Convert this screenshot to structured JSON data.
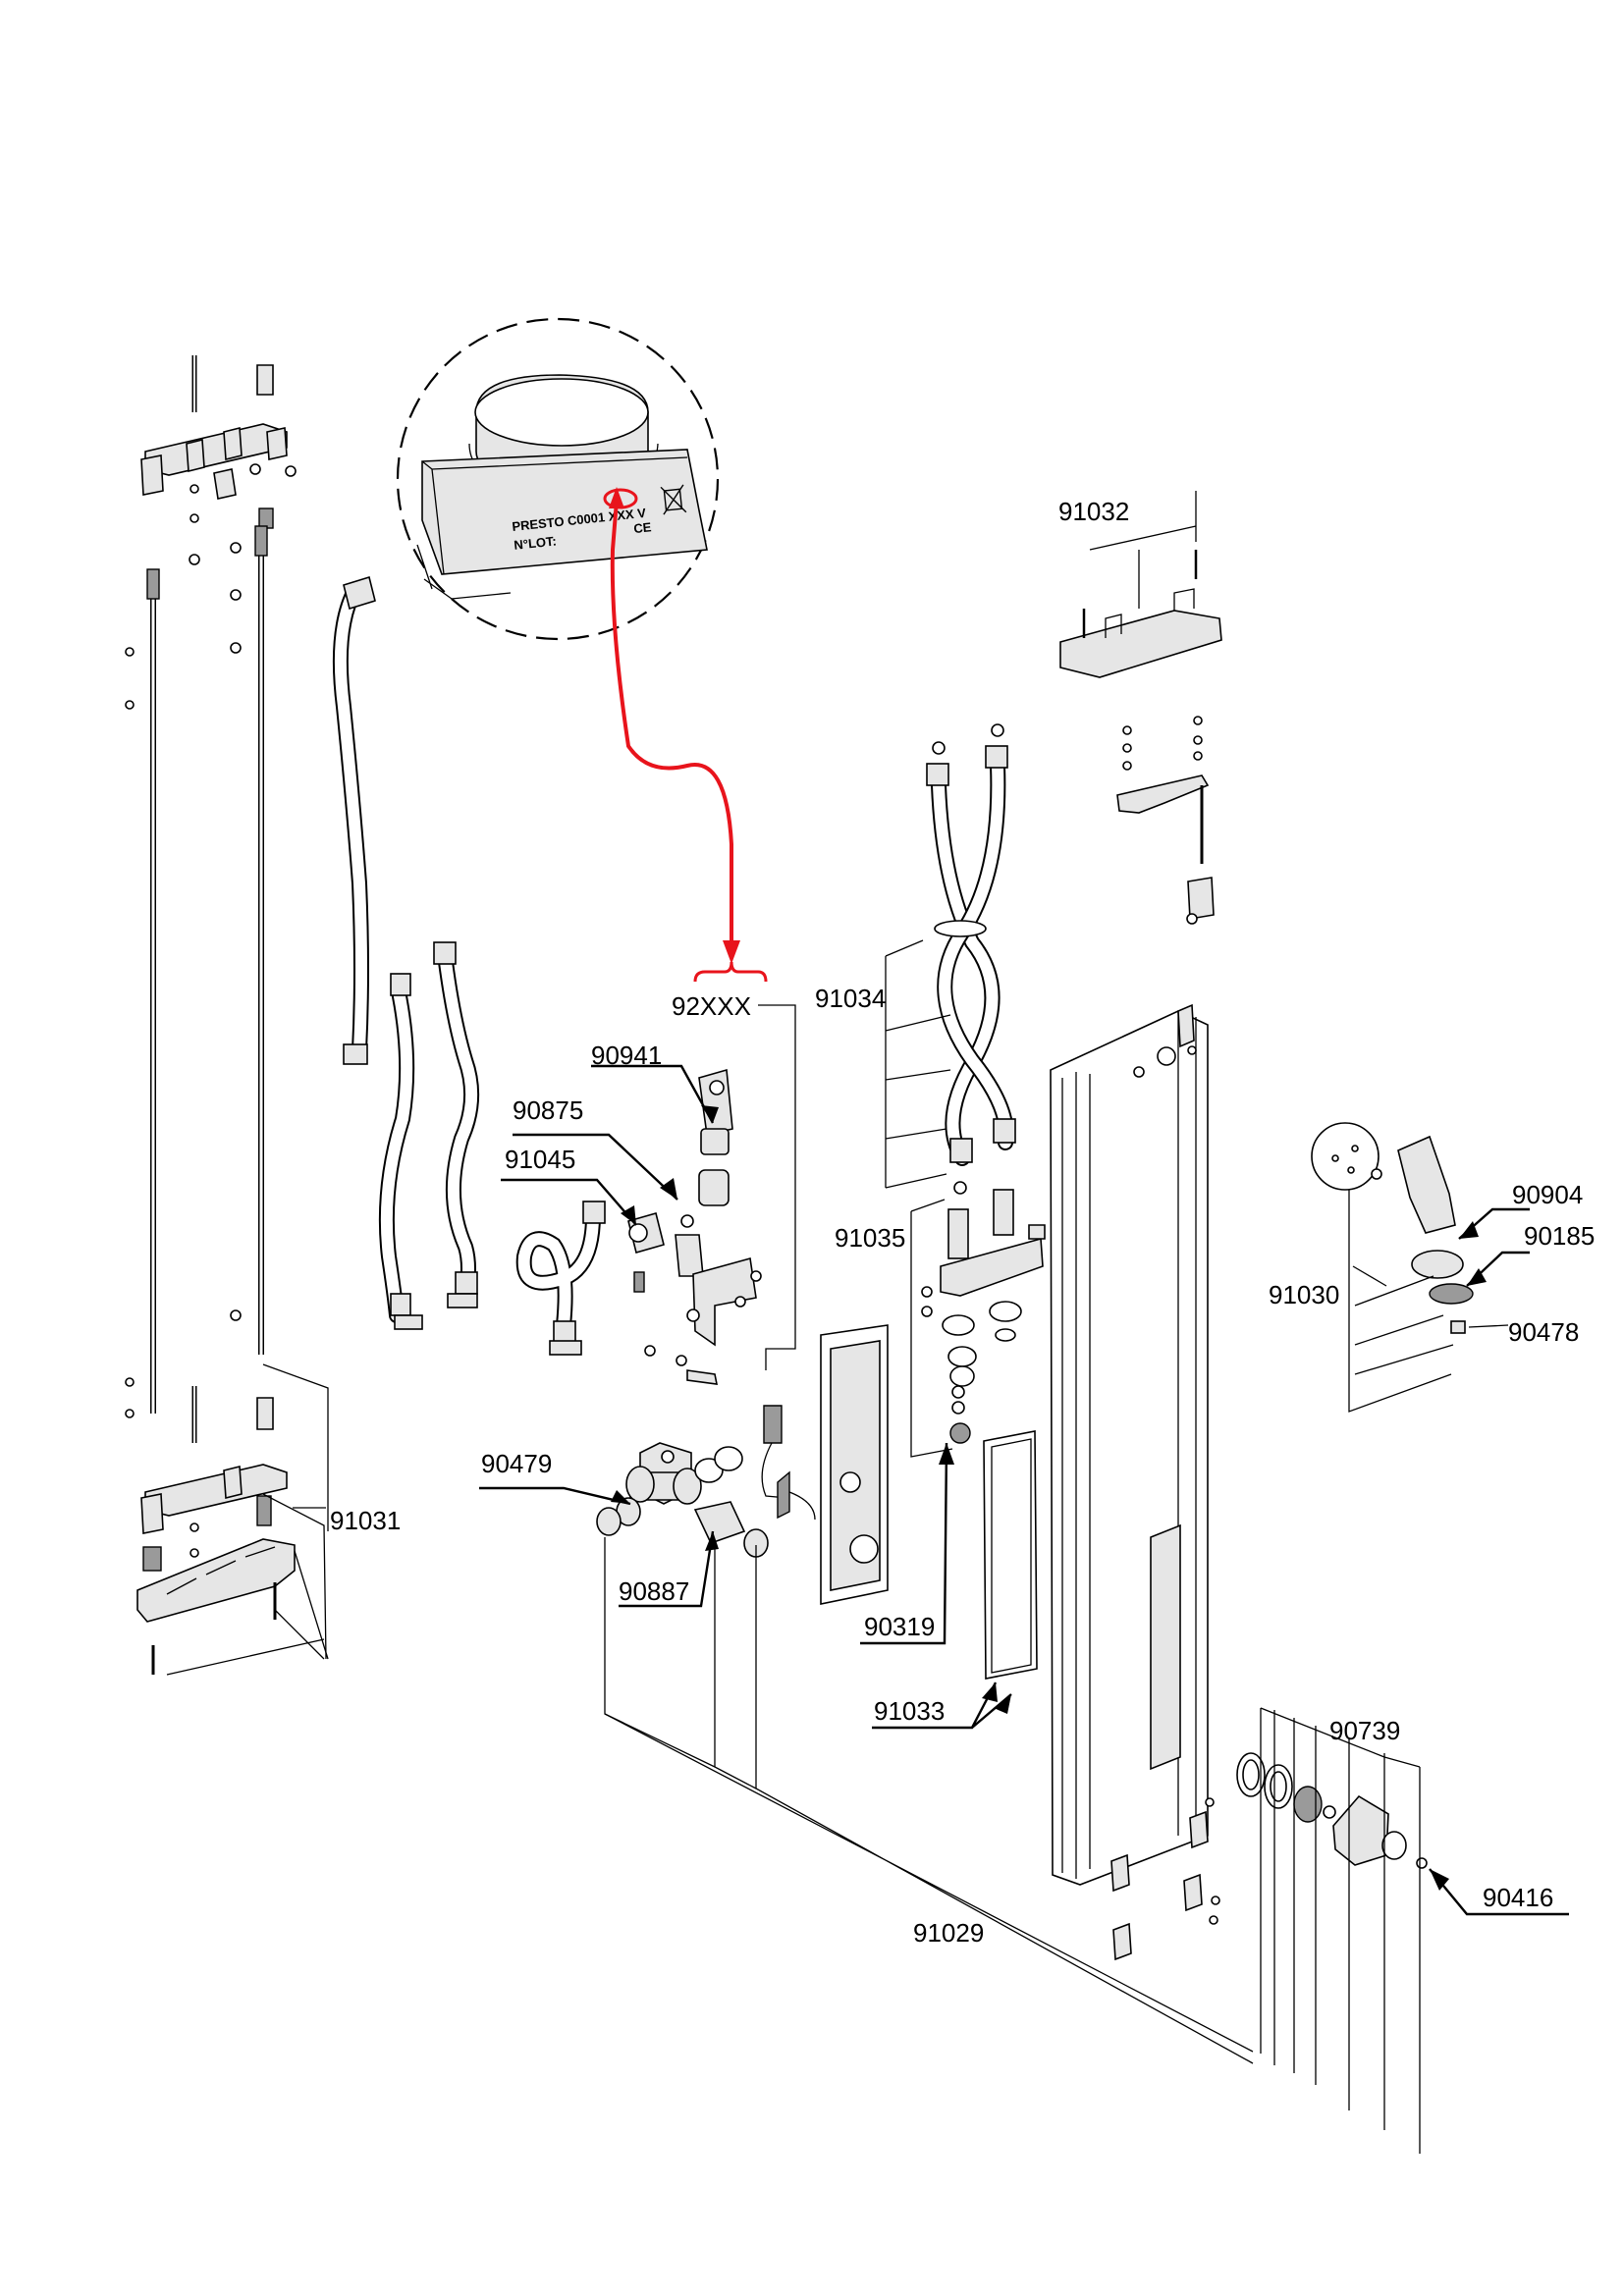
{
  "colors": {
    "accent_arrow": "#e8141c",
    "ink": "#000000",
    "paper": "#ffffff"
  },
  "detail_label": {
    "line1": "PRESTO C0001 XXX V",
    "line2": "N°LOT:",
    "marks": "CE"
  },
  "part_numbers": {
    "p91032": "91032",
    "p92XXX": "92XXX",
    "p91034": "91034",
    "p90941": "90941",
    "p90875": "90875",
    "p91045": "91045",
    "p91035": "91035",
    "p90904": "90904",
    "p90185": "90185",
    "p91030": "91030",
    "p90478": "90478",
    "p90479": "90479",
    "p91031": "91031",
    "p90887": "90887",
    "p90319": "90319",
    "p91033": "91033",
    "p90739": "90739",
    "p90416": "90416",
    "p91029": "91029"
  }
}
